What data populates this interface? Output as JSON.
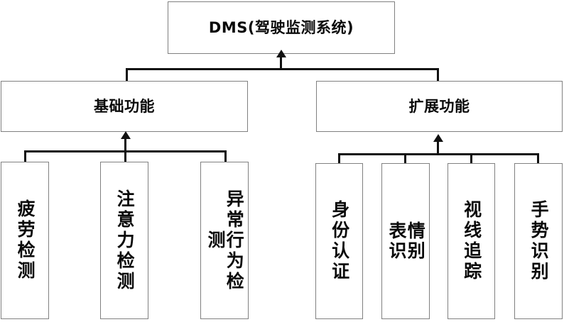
{
  "diagram": {
    "type": "hierarchy-tree",
    "root": {
      "id": "dms",
      "label": "DMS(驾驶监测系统)"
    },
    "branches": [
      {
        "id": "basic",
        "label": "基础功能",
        "leaves": [
          {
            "id": "fatigue",
            "label": "疲劳检测"
          },
          {
            "id": "attention",
            "label": "注意力检测"
          },
          {
            "id": "abnormal",
            "label": "异常行为检测"
          }
        ]
      },
      {
        "id": "extended",
        "label": "扩展功能",
        "leaves": [
          {
            "id": "identity",
            "label": "身份认证"
          },
          {
            "id": "expression",
            "label_col_right": "情别",
            "label_col_left": "表识"
          },
          {
            "id": "gaze",
            "label": "视线追踪"
          },
          {
            "id": "gesture",
            "label": "手势识别"
          }
        ]
      }
    ],
    "colors": {
      "box_border": "#808080",
      "box_fill": "#ffffff",
      "connector": "#111111",
      "text": "#0a0a0a"
    }
  }
}
